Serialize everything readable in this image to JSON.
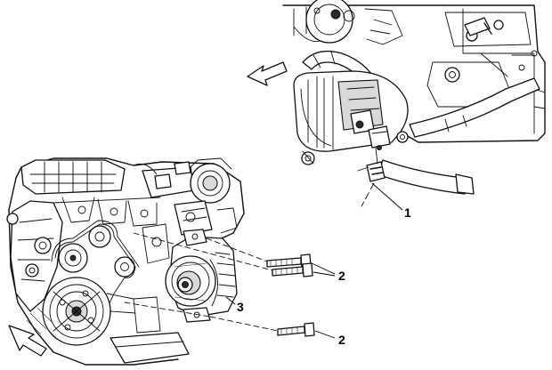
{
  "callouts": [
    {
      "label": "1"
    },
    {
      "label": "2"
    },
    {
      "label": "3"
    },
    {
      "label": "2"
    }
  ]
}
